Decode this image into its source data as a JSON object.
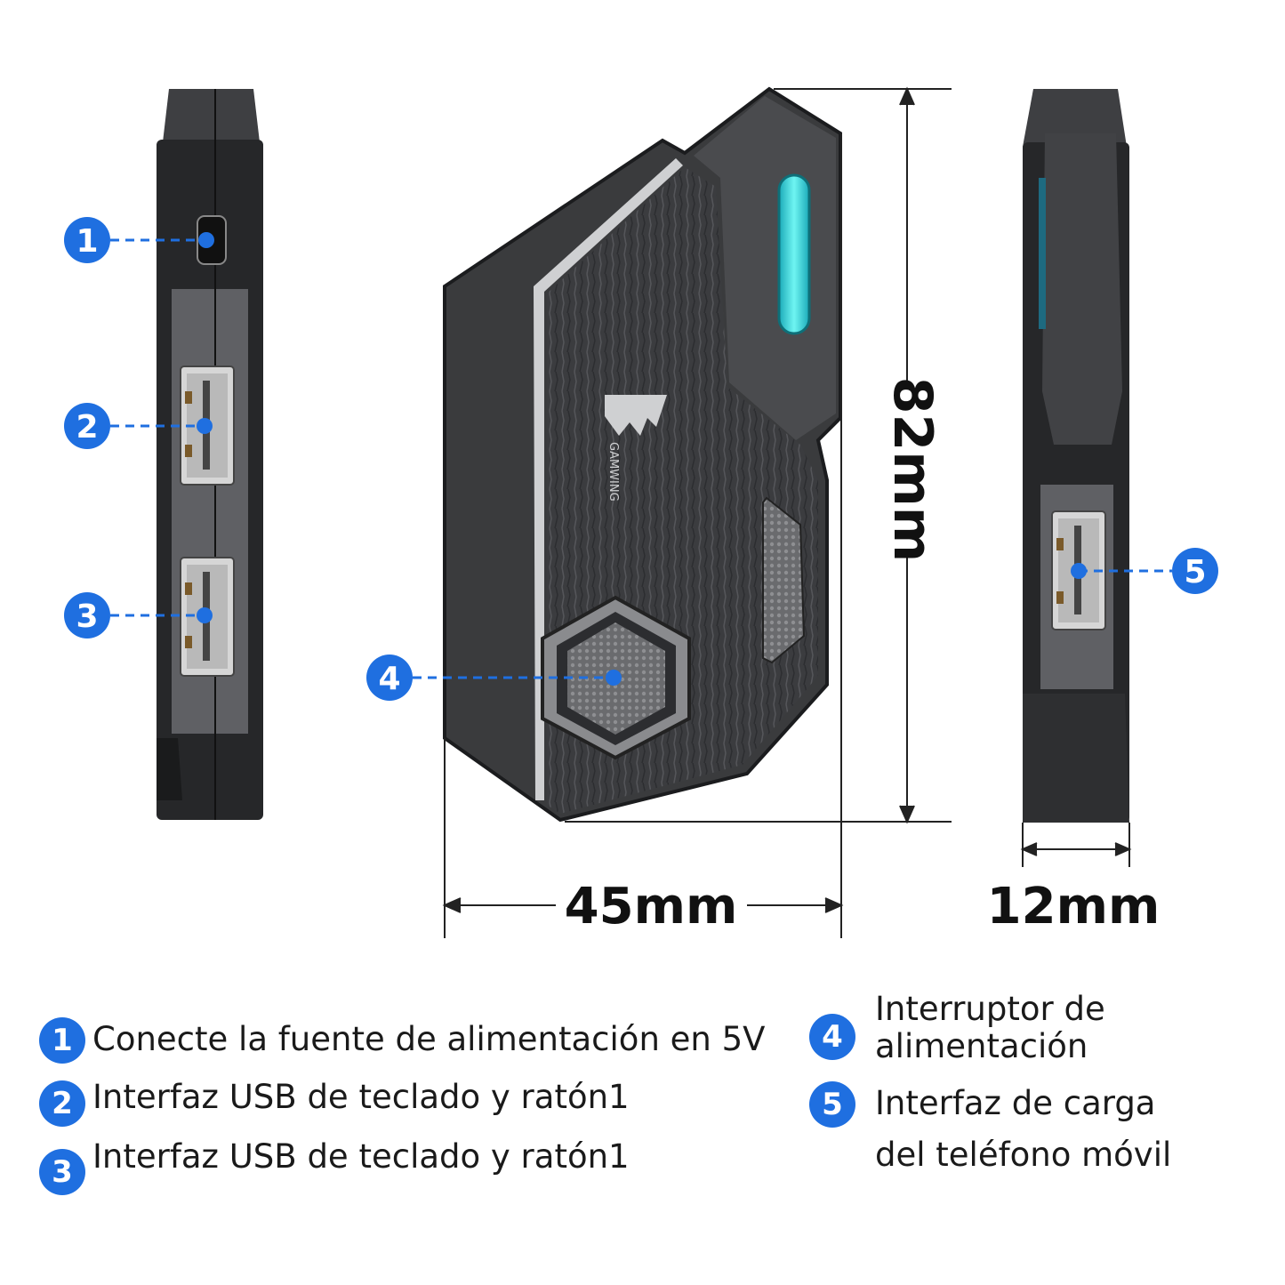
{
  "dimensions": {
    "width": "45mm",
    "height": "82mm",
    "depth": "12mm"
  },
  "logo_text": "GAMWING",
  "callouts": [
    {
      "num": "1",
      "label": "Conecte la fuente de alimentación en 5V"
    },
    {
      "num": "2",
      "label": "Interfaz USB de teclado y ratón1"
    },
    {
      "num": "3",
      "label": "Interfaz USB de teclado y ratón1"
    },
    {
      "num": "4",
      "label_line1": "Interruptor de",
      "label_line2": "alimentación"
    },
    {
      "num": "5",
      "label_line1": "Interfaz de carga",
      "label_line2": "del teléfono móvil"
    }
  ],
  "colors": {
    "accent": "#1f6fe0",
    "led": "#3de0e0",
    "body": "#3a3b3d",
    "dark": "#222325"
  }
}
